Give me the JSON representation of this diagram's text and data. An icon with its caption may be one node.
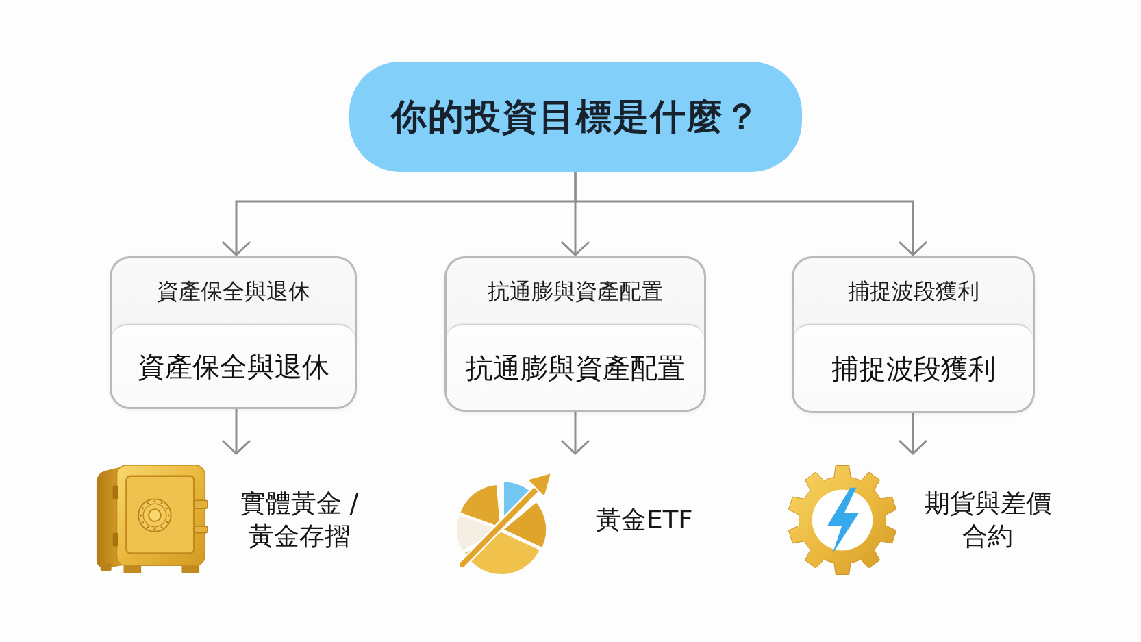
{
  "diagram": {
    "nodes": [
      {
        "text": [
          "你的投資目標是什麼？"
        ]
      },
      {
        "text": [
          "資產保全與退休",
          "資產保全與退休"
        ]
      },
      {
        "text": [
          "抗通膨與資產配置",
          "抗通膨與資產配置"
        ]
      },
      {
        "text": [
          "捕捉波段獲利",
          "捕捉波段獲利"
        ]
      },
      {
        "text": [
          "實體黃金 / 黃金存摺"
        ]
      },
      {
        "text": [
          "黃金ETF"
        ]
      },
      {
        "text": [
          "期貨與差價合約"
        ]
      }
    ],
    "edges": [
      {
        "from": 0,
        "to": 1,
        "arrow": "to"
      },
      {
        "from": 0,
        "to": 2,
        "arrow": "to"
      },
      {
        "from": 0,
        "to": 3,
        "arrow": "to"
      },
      {
        "from": 1,
        "to": 4,
        "arrow": "to"
      },
      {
        "from": 2,
        "to": 5,
        "arrow": "to"
      },
      {
        "from": 3,
        "to": 6,
        "arrow": "to"
      }
    ]
  }
}
